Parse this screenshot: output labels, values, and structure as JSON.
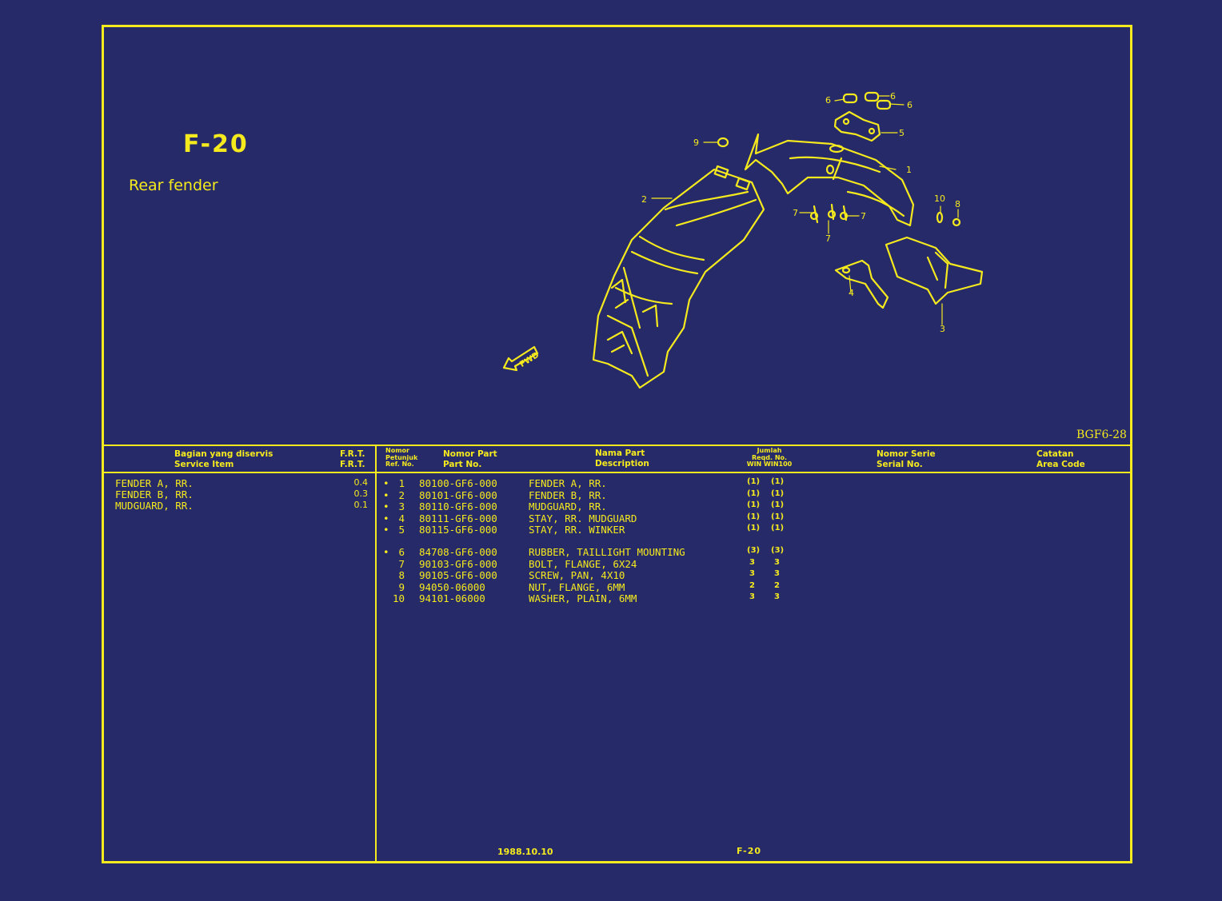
{
  "header": {
    "page_code": "F-20",
    "title": "Rear fender",
    "drawing_id": "BGF6-28"
  },
  "diagram": {
    "callouts": [
      "1",
      "2",
      "3",
      "4",
      "5",
      "6",
      "6",
      "6",
      "7",
      "7",
      "7",
      "8",
      "9",
      "10"
    ],
    "fwd_label": "FWD"
  },
  "service_table": {
    "headers": {
      "item_id": "Bagian yang diservis",
      "item_en": "Service Item",
      "frt_id": "F.R.T.",
      "frt_en": "F.R.T."
    },
    "rows": [
      {
        "item": "FENDER A, RR.",
        "frt": "0.4"
      },
      {
        "item": "FENDER B, RR.",
        "frt": "0.3"
      },
      {
        "item": "MUDGUARD, RR.",
        "frt": "0.1"
      }
    ]
  },
  "parts_table": {
    "headers": {
      "ref_1": "Nomor",
      "ref_2": "Petunjuk",
      "ref_3": "Ref. No.",
      "part_id": "Nomor Part",
      "part_en": "Part No.",
      "desc_id": "Nama Part",
      "desc_en": "Description",
      "qty_1": "Jumlah",
      "qty_2": "Reqd. No.",
      "qty_3": "WIN WIN100",
      "serial_id": "Nomor Serie",
      "serial_en": "Serial No.",
      "area_id": "Catatan",
      "area_en": "Area Code"
    },
    "rows": [
      {
        "mark": "•",
        "ref": "1",
        "part": "80100-GF6-000",
        "desc": "FENDER A, RR.",
        "q1": "(1)",
        "q2": "(1)"
      },
      {
        "mark": "•",
        "ref": "2",
        "part": "80101-GF6-000",
        "desc": "FENDER B, RR.",
        "q1": "(1)",
        "q2": "(1)"
      },
      {
        "mark": "•",
        "ref": "3",
        "part": "80110-GF6-000",
        "desc": "MUDGUARD, RR.",
        "q1": "(1)",
        "q2": "(1)"
      },
      {
        "mark": "•",
        "ref": "4",
        "part": "80111-GF6-000",
        "desc": "STAY, RR. MUDGUARD",
        "q1": "(1)",
        "q2": "(1)"
      },
      {
        "mark": "•",
        "ref": "5",
        "part": "80115-GF6-000",
        "desc": "STAY, RR. WINKER",
        "q1": "(1)",
        "q2": "(1)"
      },
      {
        "mark": "•",
        "ref": "6",
        "part": "84708-GF6-000",
        "desc": "RUBBER, TAILLIGHT MOUNTING",
        "q1": "(3)",
        "q2": "(3)"
      },
      {
        "mark": "",
        "ref": "7",
        "part": "90103-GF6-000",
        "desc": "BOLT, FLANGE, 6X24",
        "q1": "3",
        "q2": "3"
      },
      {
        "mark": "",
        "ref": "8",
        "part": "90105-GF6-000",
        "desc": "SCREW, PAN, 4X10",
        "q1": "3",
        "q2": "3"
      },
      {
        "mark": "",
        "ref": "9",
        "part": "94050-06000",
        "desc": "NUT, FLANGE, 6MM",
        "q1": "2",
        "q2": "2"
      },
      {
        "mark": "",
        "ref": "10",
        "part": "94101-06000",
        "desc": "WASHER, PLAIN, 6MM",
        "q1": "3",
        "q2": "3"
      }
    ]
  },
  "footer": {
    "date": "1988.10.10",
    "page": "F-20"
  }
}
